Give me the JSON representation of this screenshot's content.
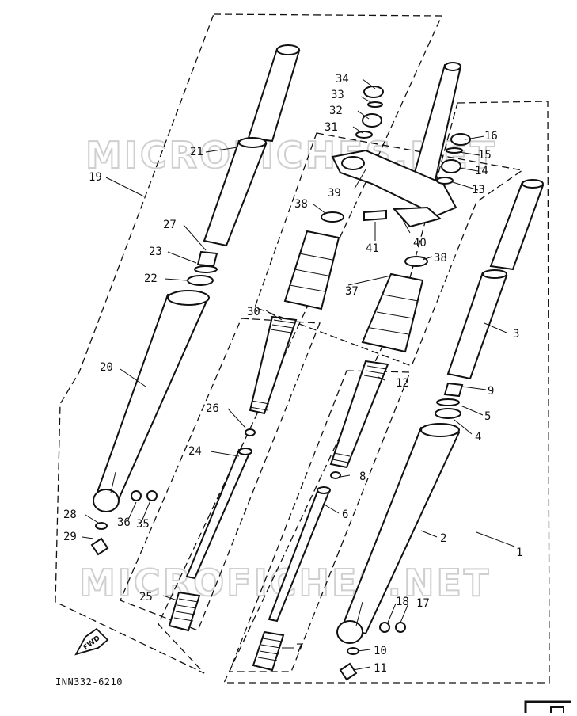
{
  "watermark": "MICROFICHES.NET",
  "diagram_code": "INN332-6210",
  "fwd_label": "FWD",
  "parts": {
    "p1": "1",
    "p2": "2",
    "p3": "3",
    "p4": "4",
    "p5": "5",
    "p6": "6",
    "p7": "7",
    "p8": "8",
    "p9": "9",
    "p10": "10",
    "p11": "11",
    "p12": "12",
    "p13": "13",
    "p14": "14",
    "p15": "15",
    "p16": "16",
    "p17": "17",
    "p18": "18",
    "p19": "19",
    "p20": "20",
    "p21": "21",
    "p22": "22",
    "p23": "23",
    "p24": "24",
    "p25": "25",
    "p26": "26",
    "p27": "27",
    "p28": "28",
    "p29": "29",
    "p30": "30",
    "p31": "31",
    "p32": "32",
    "p33": "33",
    "p34": "34",
    "p35": "35",
    "p36": "36",
    "p37": "37",
    "p38a": "38",
    "p38b": "38",
    "p39": "39",
    "p40": "40",
    "p41": "41"
  }
}
